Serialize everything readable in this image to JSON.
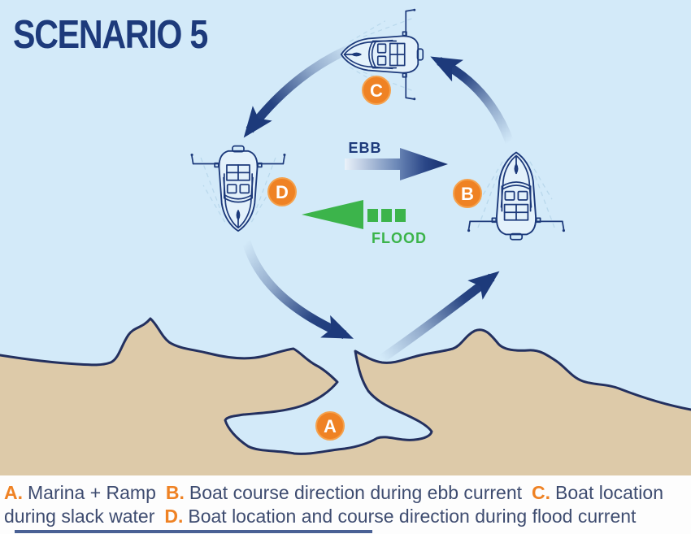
{
  "title": "SCENARIO 5",
  "colors": {
    "background": "#d3eaf9",
    "navy": "#1d3a7b",
    "orange": "#ef8224",
    "green": "#3cb44b",
    "land": "#ddcaa9",
    "coast": "#23305f",
    "caption_text": "#3e4c70",
    "boat_fill": "#e3f1fb",
    "spray": "#b9d8ec"
  },
  "currents": {
    "ebb_label": "EBB",
    "flood_label": "FLOOD"
  },
  "markers": {
    "a": "A",
    "b": "B",
    "c": "C",
    "d": "D"
  },
  "legend": {
    "items": [
      {
        "key": "A.",
        "text": "Marina + Ramp"
      },
      {
        "key": "B.",
        "text": "Boat course direction during ebb current"
      },
      {
        "key": "C.",
        "text": "Boat location during slack water"
      },
      {
        "key": "D.",
        "text": "Boat location and course direction during flood current"
      }
    ]
  }
}
